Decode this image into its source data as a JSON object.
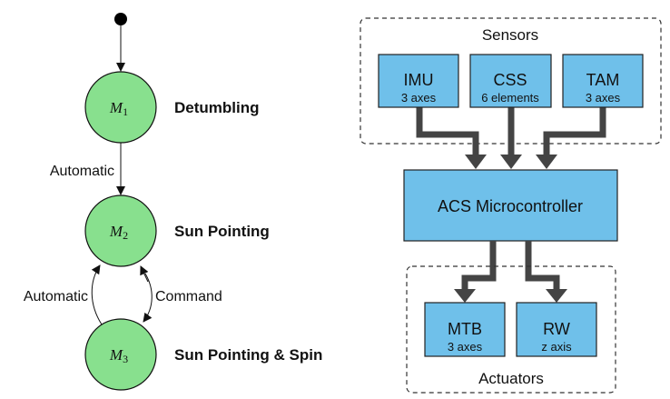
{
  "state_machine": {
    "initial_state": "M1",
    "states": [
      {
        "id": "M1",
        "symbol": "M",
        "index": "1",
        "name": "Detumbling",
        "fill": "#88e08e"
      },
      {
        "id": "M2",
        "symbol": "M",
        "index": "2",
        "name": "Sun Pointing",
        "fill": "#88e08e"
      },
      {
        "id": "M3",
        "symbol": "M",
        "index": "3",
        "name": "Sun Pointing & Spin",
        "fill": "#88e08e"
      }
    ],
    "transitions": [
      {
        "from": "start",
        "to": "M1",
        "label": ""
      },
      {
        "from": "M1",
        "to": "M2",
        "label": "Automatic"
      },
      {
        "from": "M3",
        "to": "M2",
        "label": "Automatic"
      },
      {
        "from": "M2",
        "to": "M3",
        "label": "Command",
        "bidirectional": true
      }
    ]
  },
  "block_diagram": {
    "box_fill": "#6fc0ea",
    "arrow_color": "#444444",
    "groups": {
      "sensors": {
        "label": "Sensors"
      },
      "actuators": {
        "label": "Actuators"
      }
    },
    "sensors": [
      {
        "id": "imu",
        "title": "IMU",
        "subtitle": "3 axes"
      },
      {
        "id": "css",
        "title": "CSS",
        "subtitle": "6 elements"
      },
      {
        "id": "tam",
        "title": "TAM",
        "subtitle": "3 axes"
      }
    ],
    "controller": {
      "title": "ACS Microcontroller"
    },
    "actuators": [
      {
        "id": "mtb",
        "title": "MTB",
        "subtitle": "3 axes"
      },
      {
        "id": "rw",
        "title": "RW",
        "subtitle": "z axis"
      }
    ]
  }
}
